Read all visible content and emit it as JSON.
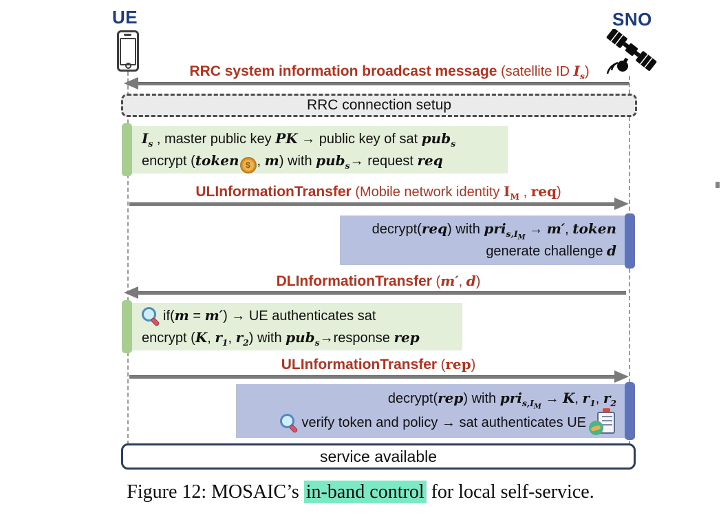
{
  "actors": {
    "ue": "UE",
    "sno": "SNO"
  },
  "icons": {
    "ue": "smartphone-icon",
    "sno": "satellite-icon",
    "token": "coin-icon",
    "coin_glyph": "$",
    "inspect": "magnifier-icon",
    "agreement": "handshake-clipboard-icon"
  },
  "colors": {
    "actor_label": "#1d3b7d",
    "message_red": "#b5321f",
    "arrow_gray": "#7a7a7a",
    "note_green_fill": "#e4efd9",
    "note_green_bar": "#a7ce8e",
    "note_blue_fill": "#b7c1df",
    "note_blue_bar": "#5f74b8",
    "setup_fill": "#ebebeb",
    "service_border": "#2f3d5c",
    "caption_highlight": "#7be9c4"
  },
  "msg_broadcast": {
    "title": "RRC system information broadcast message",
    "pre": " (satellite ID ",
    "var": "I",
    "var_sub": "s",
    "post": ")"
  },
  "rrc_setup": {
    "label": "RRC connection setup"
  },
  "note_ue1": {
    "l1": {
      "v1": "I",
      "v1s": "s",
      "t1": " , master public key ",
      "v2": "PK",
      "t2": " → public key of sat ",
      "v3": "pub",
      "v3s": "s"
    },
    "l2": {
      "t1": "encrypt (",
      "v1": "token",
      "t2": ", ",
      "v2": "m",
      "t3": ") with ",
      "v3": "pub",
      "v3s": "s",
      "t4": "→ request ",
      "v4": "req"
    }
  },
  "msg_ul1": {
    "title": "ULInformationTransfer",
    "pre": " (Mobile network identity ",
    "v1": "I",
    "v1s": "M",
    "t2": " , ",
    "v2": "req",
    "post": ")"
  },
  "note_sno1": {
    "l1": {
      "t1": "decrypt(",
      "v1": "req",
      "t2": ") with ",
      "v2": "pri",
      "v2s": "s,I",
      "v2ss": "M",
      "t3": " → ",
      "v3": "m′",
      "t4": ",  ",
      "v4": "token"
    },
    "l2": {
      "t1": "generate challenge ",
      "v1": "d"
    }
  },
  "msg_dl": {
    "title": "DLInformationTransfer",
    "pre": " (",
    "v1": "m′",
    "t2": ", ",
    "v2": "d",
    "post": ")"
  },
  "note_ue2": {
    "l1": {
      "t1": "if(",
      "v1": "m",
      "t2": " = ",
      "v2": "m′",
      "t3": ") → UE authenticates sat"
    },
    "l2": {
      "t1": "encrypt (",
      "v1": "K",
      "t2": ", ",
      "v2": "r",
      "v2s": "1",
      "t3": ", ",
      "v3": "r",
      "v3s": "2",
      "t4": ") with ",
      "v4": "pub",
      "v4s": "s",
      "t5": "→response ",
      "v5": "rep"
    }
  },
  "msg_ul2": {
    "title": "ULInformationTransfer",
    "pre": " (",
    "v1": "rep",
    "post": ")"
  },
  "note_sno2": {
    "l1": {
      "t1": "decrypt(",
      "v1": "rep",
      "t2": ") with ",
      "v2": "pri",
      "v2s": "s,I",
      "v2ss": "M",
      "t3": " → ",
      "v3": "K",
      "t4": ", ",
      "v4": "r",
      "v4s": "1",
      "t5": ", ",
      "v5": "r",
      "v5s": "2"
    },
    "l2": {
      "t1": "verify token and policy → sat authenticates UE"
    }
  },
  "service": {
    "label": "service available"
  },
  "caption": {
    "pre": "Figure 12: MOSAIC’s ",
    "highlight": "in-band control",
    "post": " for local self-service."
  }
}
